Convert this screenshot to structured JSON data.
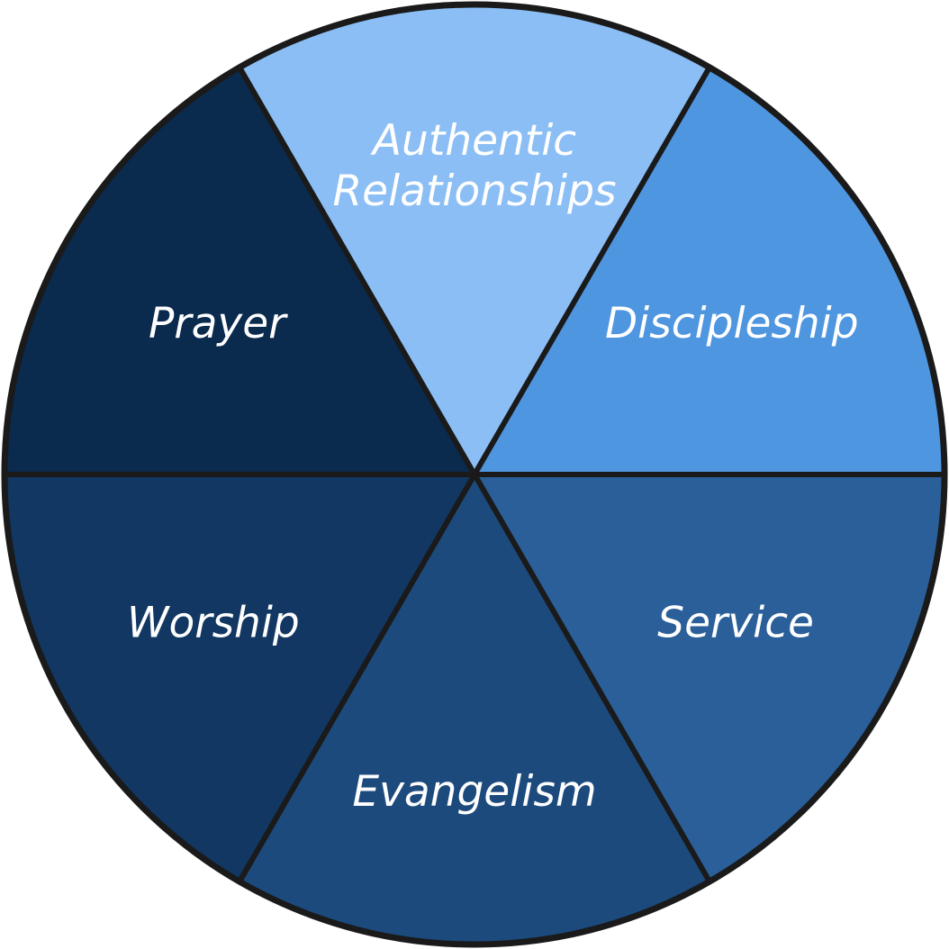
{
  "diagram": {
    "segments": [
      {
        "id": "authentic-relationships",
        "lines": [
          "Authentic",
          "Relationships"
        ],
        "color": "#8bbef4"
      },
      {
        "id": "discipleship",
        "lines": [
          "Discipleship"
        ],
        "color": "#4f96e0"
      },
      {
        "id": "service",
        "lines": [
          "Service"
        ],
        "color": "#2a5f99"
      },
      {
        "id": "evangelism",
        "lines": [
          "Evangelism"
        ],
        "color": "#1c4a7d"
      },
      {
        "id": "worship",
        "lines": [
          "Worship"
        ],
        "color": "#113762"
      },
      {
        "id": "prayer",
        "lines": [
          "Prayer"
        ],
        "color": "#0a2a4e"
      }
    ],
    "outline_color": "#1a1a1a"
  }
}
